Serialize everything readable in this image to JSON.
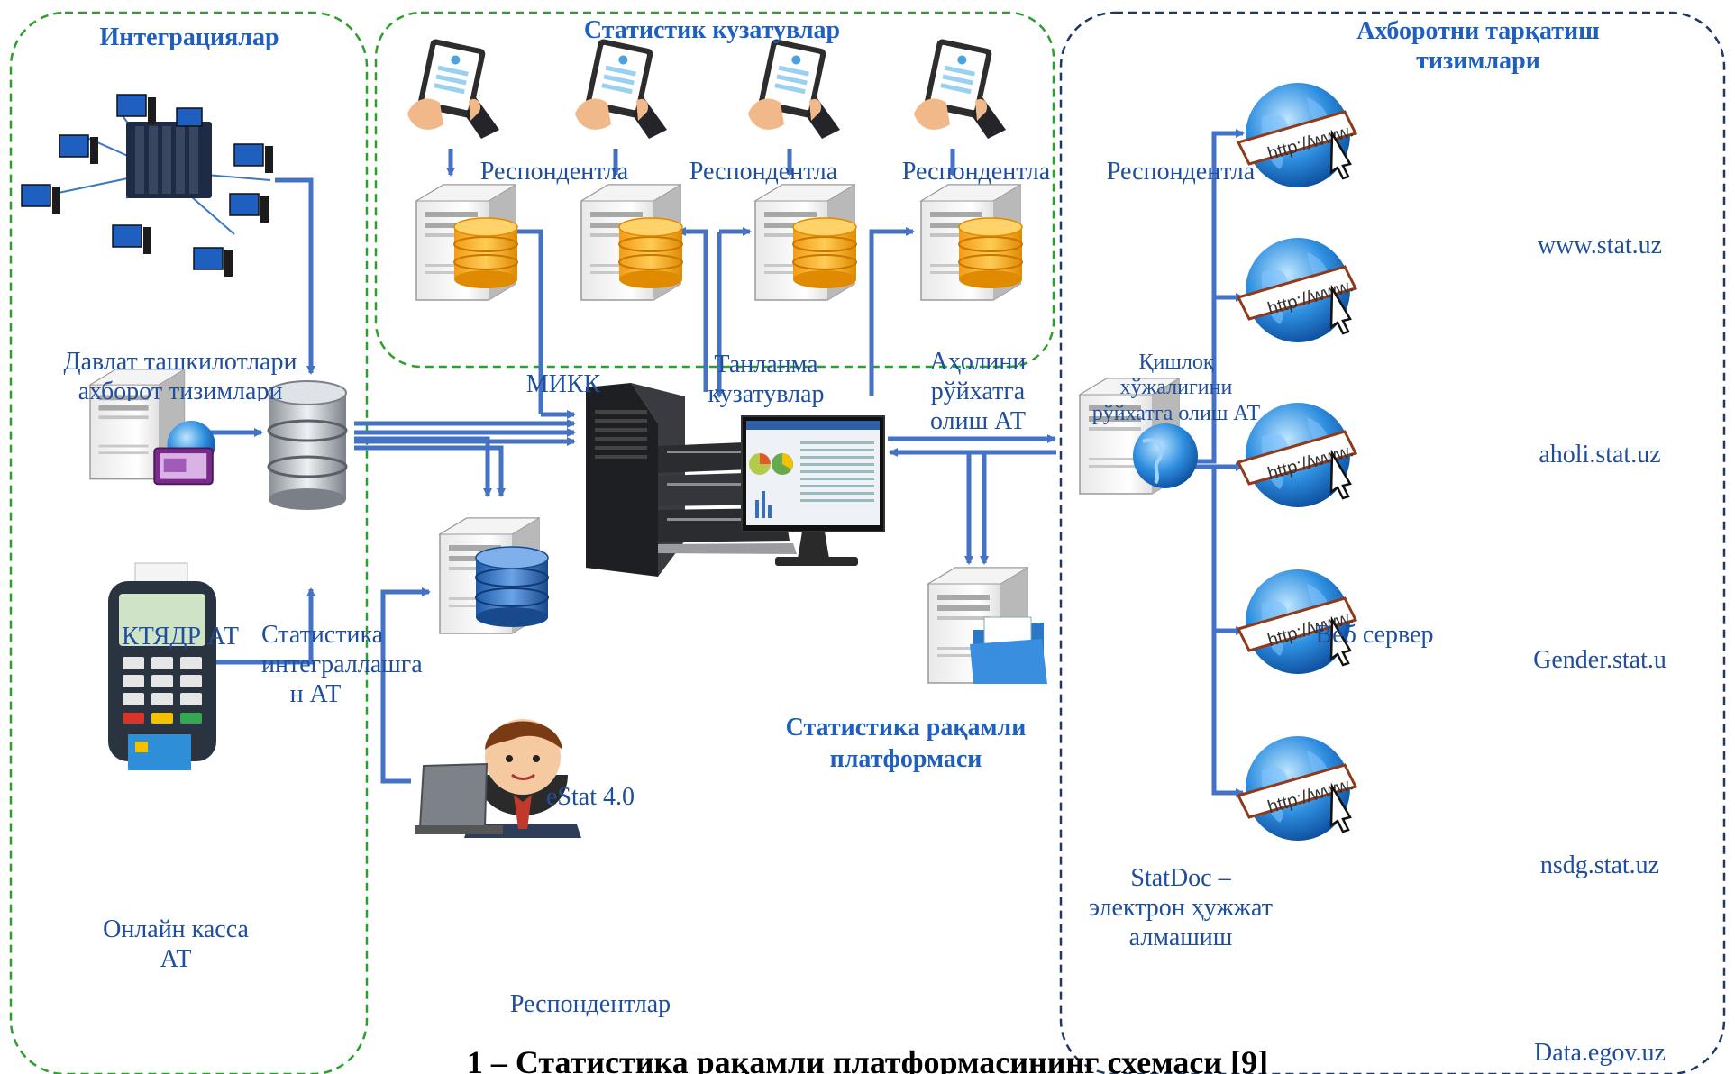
{
  "groups": {
    "integrations": "Интеграциялар",
    "observations": "Статистик кузатувлар",
    "dissemination": "Ахборотни тарқатиш тизимлари"
  },
  "nodes": {
    "gov_systems": [
      "Давлат ташкилотлари",
      "ахборот тизимлари"
    ],
    "ktyadr": "КТЯДР АТ",
    "integration_at": [
      "Статистика",
      "интеграллашга",
      "н АТ"
    ],
    "online_kassa": [
      "Онлайн касса",
      "АТ"
    ],
    "respondent_short": "Респондентла",
    "mikk": "МИКК",
    "tanlanma": [
      "Танланма",
      "кузатувлар"
    ],
    "aholi": [
      "Аҳолини",
      "рўйхатга",
      "олиш АТ"
    ],
    "qishloq": [
      "Қишлоқ",
      "хўжалигини",
      "рўйхатга олиш АТ"
    ],
    "platform": [
      "Статистика рақамли",
      "платформаси"
    ],
    "estat": "eStat 4.0",
    "respondents": "Респондентлар",
    "statdoc": [
      "StatDoc –",
      "электрон ҳужжат",
      "алмашиш"
    ],
    "web_server": "Веб сервер"
  },
  "sites": [
    "www.stat.uz",
    "aholi.stat.uz",
    "Gender.stat.u",
    "nsdg.stat.uz",
    "Data.egov.uz"
  ],
  "colors": {
    "arrow": "#4472c4",
    "green_border": "#2ca02c",
    "navy_border": "#1f3864",
    "label": "#1f4e9c",
    "title": "#1f5fbf",
    "db_orange": "#f5a623",
    "db_blue": "#2e6db4"
  },
  "caption": "1 – Статистика рақамли платформасининг схемаси [9]"
}
